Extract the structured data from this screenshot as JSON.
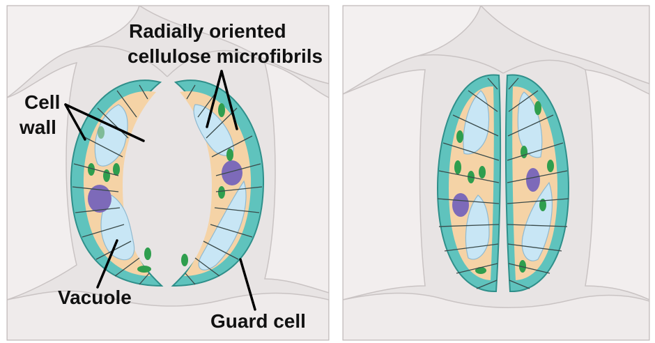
{
  "labels": {
    "radially_oriented_line1": "Radially oriented",
    "radially_oriented_line2": "cellulose microfibrils",
    "cell_line1": "Cell",
    "cell_line2": "wall",
    "vacuole": "Vacuole",
    "guard_cell": "Guard cell"
  },
  "colors": {
    "background": "#e8e4e4",
    "epidermal_cell": "#f3f0f0",
    "epidermal_outline": "#c9c3c3",
    "cell_wall": "#5fc3bd",
    "cell_wall_dark": "#2f8f8a",
    "cytoplasm": "#f5d3a6",
    "vacuole": "#c8e6f5",
    "chloroplast": "#2f9e4e",
    "nucleus": "#7d6ab9",
    "microfibril_line": "#3a4a4a",
    "leader_line": "#000000"
  }
}
